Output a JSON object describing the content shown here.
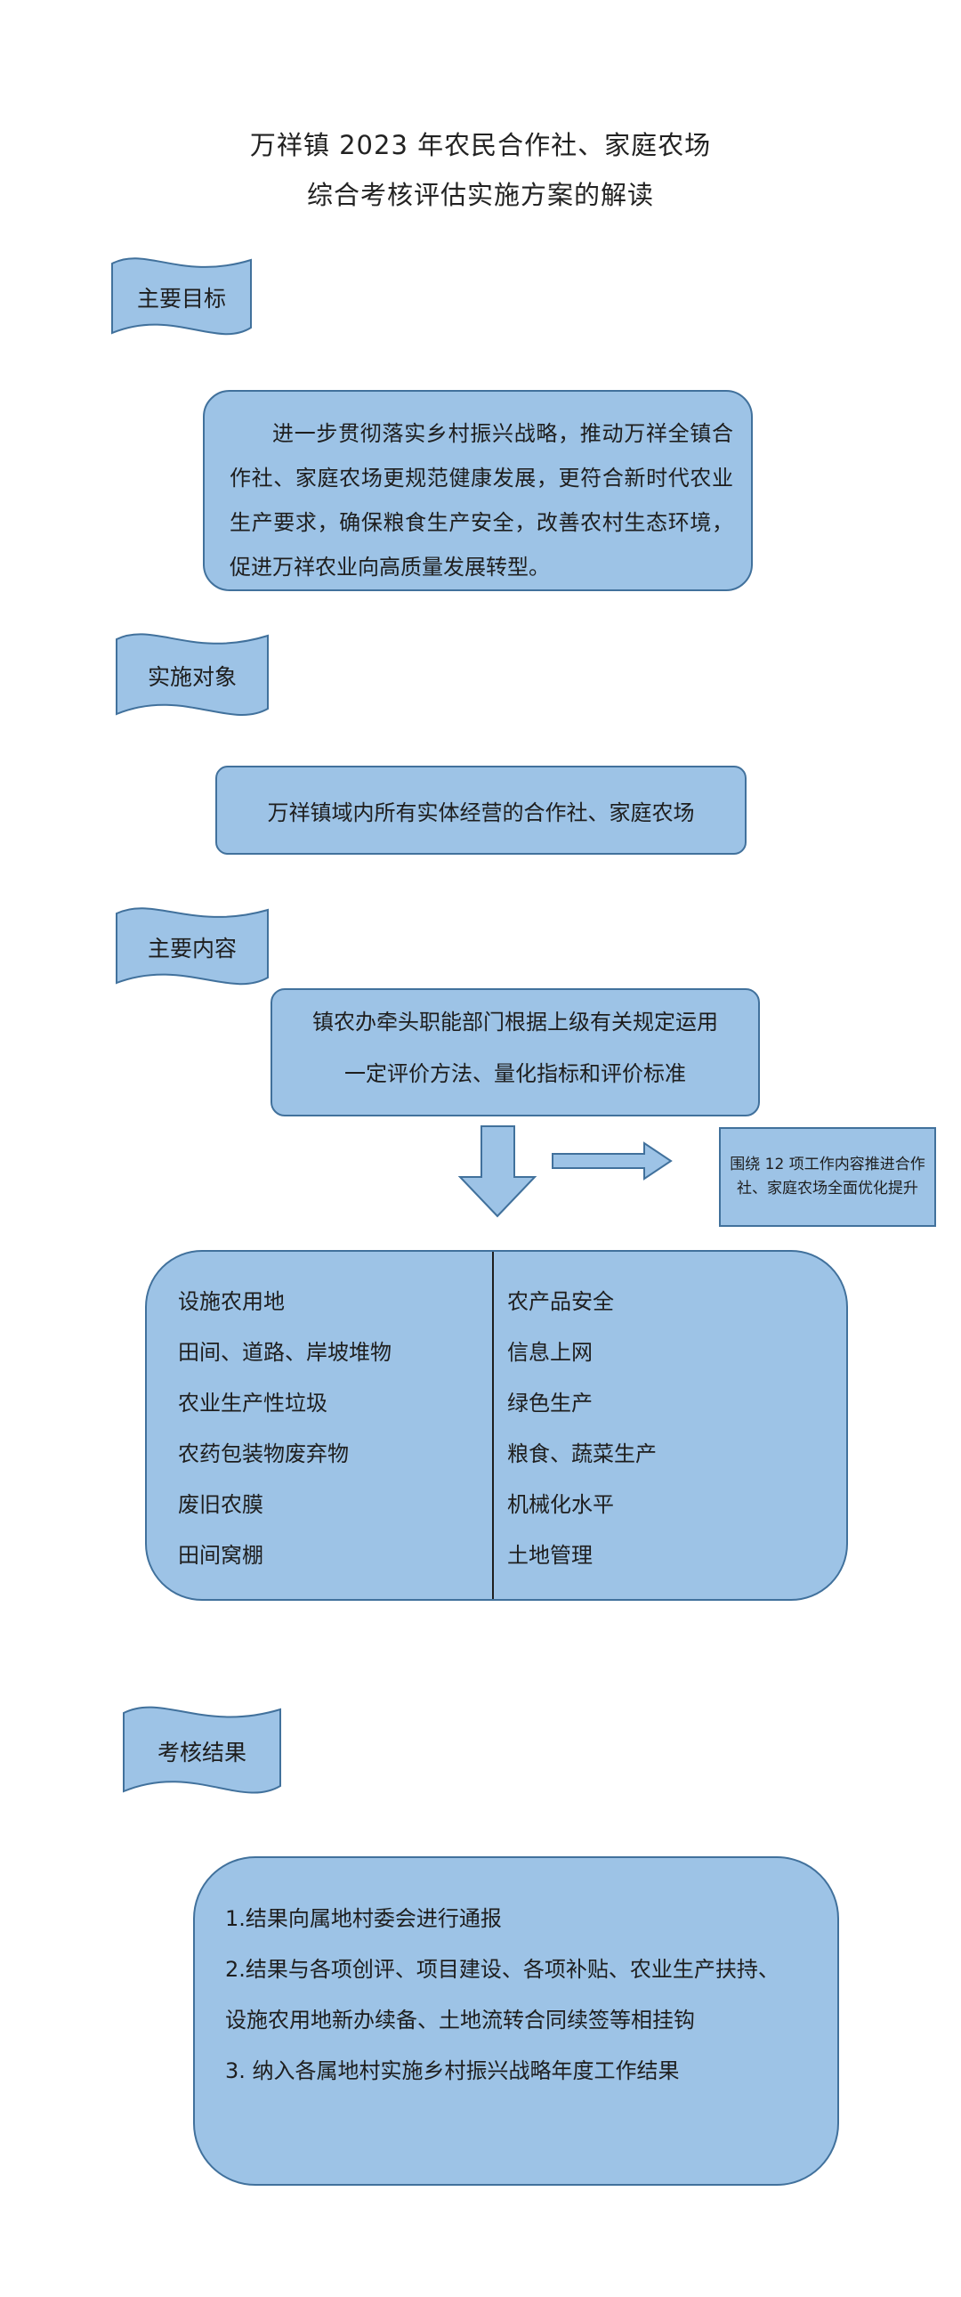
{
  "title": {
    "line1": "万祥镇 2023 年农民合作社、家庭农场",
    "line2": "综合考核评估实施方案的解读"
  },
  "sections": {
    "goal": {
      "label": "主要目标",
      "text": "进一步贯彻落实乡村振兴战略，推动万祥全镇合作社、家庭农场更规范健康发展，更符合新时代农业生产要求，确保粮食生产安全，改善农村生态环境，促进万祥农业向高质量发展转型。"
    },
    "target": {
      "label": "实施对象",
      "text": "万祥镇域内所有实体经营的合作社、家庭农场"
    },
    "content": {
      "label": "主要内容",
      "line1": "镇农办牵头职能部门根据上级有关规定运用",
      "line2": "一定评价方法、量化指标和评价标准",
      "side_note": "围绕 12 项工作内容推进合作社、家庭农场全面优化提升",
      "items_left": [
        "设施农用地",
        "田间、道路、岸坡堆物",
        "农业生产性垃圾",
        "农药包装物废弃物",
        "废旧农膜",
        "田间窝棚"
      ],
      "items_right": [
        "农产品安全",
        "信息上网",
        "绿色生产",
        "粮食、蔬菜生产",
        "机械化水平",
        "土地管理"
      ]
    },
    "result": {
      "label": "考核结果",
      "lines": [
        "1.结果向属地村委会进行通报",
        "2.结果与各项创评、项目建设、各项补贴、农业生产扶持、",
        "设施农用地新办续备、土地流转合同续签等相挂钩",
        "3.  纳入各属地村实施乡村振兴战略年度工作结果"
      ]
    }
  },
  "colors": {
    "box_fill": "#9dc3e6",
    "box_border": "#41719c",
    "text": "#1e1e1e"
  }
}
